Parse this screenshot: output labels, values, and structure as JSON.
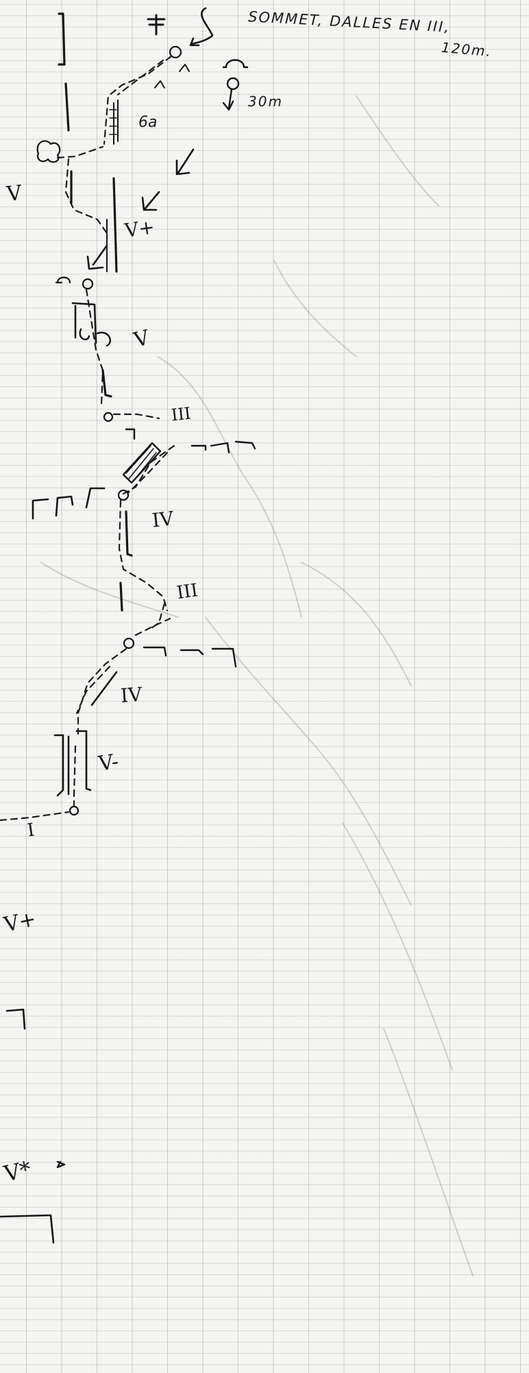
{
  "summit_note": {
    "line1": "SOMMET, DALLES EN III,",
    "line2": "120m."
  },
  "rappel": {
    "distance": "30m"
  },
  "grades": [
    {
      "id": "top-pitch",
      "text": "6a"
    },
    {
      "id": "left-v",
      "text": "V"
    },
    {
      "id": "v-plus-1",
      "text": "V+"
    },
    {
      "id": "v-mid",
      "text": "V"
    },
    {
      "id": "iii-upper",
      "text": "III"
    },
    {
      "id": "iv-upper",
      "text": "IV"
    },
    {
      "id": "iii-lower",
      "text": "III"
    },
    {
      "id": "iv-lower",
      "text": "IV"
    },
    {
      "id": "v-minus",
      "text": "V-"
    },
    {
      "id": "i-start",
      "text": "I"
    },
    {
      "id": "v-plus-2",
      "text": "V+"
    },
    {
      "id": "v-star",
      "text": "V*"
    }
  ],
  "icons": [
    "summit-cross-icon",
    "rappel-symbol-icon",
    "belay-station-icon",
    "tree-icon",
    "arrow-icon"
  ],
  "colors": {
    "paper": "#f4f4f2",
    "ink": "#151515",
    "grid": "#a8a8a8"
  }
}
